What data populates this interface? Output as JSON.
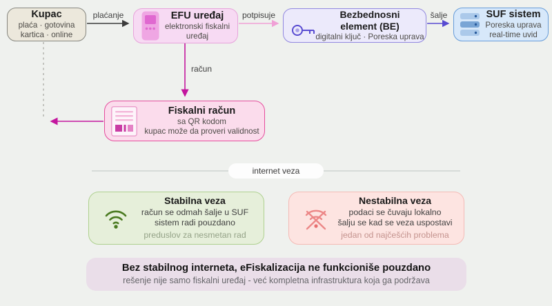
{
  "colors": {
    "background": "#eff1ee",
    "kupac_bg": "#ece8dc",
    "kupac_border": "#85857e",
    "efu_bg": "#f7daf3",
    "efu_border": "#e7a3da",
    "be_bg": "#eceafb",
    "be_border": "#9187df",
    "suf_bg": "#d7e8fa",
    "suf_border": "#659bd9",
    "fiskalni_bg": "#fbdcec",
    "fiskalni_border": "#e54b9c",
    "stabilna_bg": "#e6efda",
    "stabilna_border": "#aed08f",
    "nestabilna_bg": "#fde4e1",
    "nestabilna_border": "#f4bab5",
    "banner_bg": "#eadee9",
    "arrow_dark": "#3c3c3c",
    "arrow_pink": "#f0a0d6",
    "arrow_indigo": "#584bd1",
    "arrow_magenta": "#c3169e",
    "wifi_green": "#4a7a20",
    "wifi_red": "#ec8787"
  },
  "flow": {
    "kupac": {
      "title": "Kupac",
      "line1": "plaća · gotovina",
      "line2": "kartica · online"
    },
    "efu": {
      "title": "EFU uređaj",
      "line1": "elektronski fiskalni",
      "line2": "uređaj"
    },
    "be": {
      "title1": "Bezbednosni",
      "title2": "element (BE)",
      "subtitle": "digitalni ključ · Poreska uprava"
    },
    "suf": {
      "title": "SUF sistem",
      "line1": "Poreska uprava",
      "line2": "real-time uvid"
    },
    "fiskalni": {
      "title": "Fiskalni račun",
      "line1": "sa QR kodom",
      "line2": "kupac može da proveri validnost"
    },
    "labels": {
      "placanje": "plaćanje",
      "potpisuje": "potpisuje",
      "salje": "šalje",
      "racun": "račun"
    }
  },
  "divider": {
    "label": "internet veza"
  },
  "stabilna": {
    "title": "Stabilna veza",
    "line1": "račun se odmah šalje u SUF",
    "line2": "sistem radi pouzdano",
    "muted": "preduslov za nesmetan rad"
  },
  "nestabilna": {
    "title": "Nestabilna veza",
    "line1": "podaci se čuvaju lokalno",
    "line2": "šalju se kad se veza uspostavi",
    "muted": "jedan od najčešćih problema"
  },
  "banner": {
    "title": "Bez stabilnog interneta, eFiskalizacija ne funkcioniše pouzdano",
    "subtitle": "rešenje nije samo fiskalni uređaj - već kompletna infrastruktura koja ga podržava"
  }
}
